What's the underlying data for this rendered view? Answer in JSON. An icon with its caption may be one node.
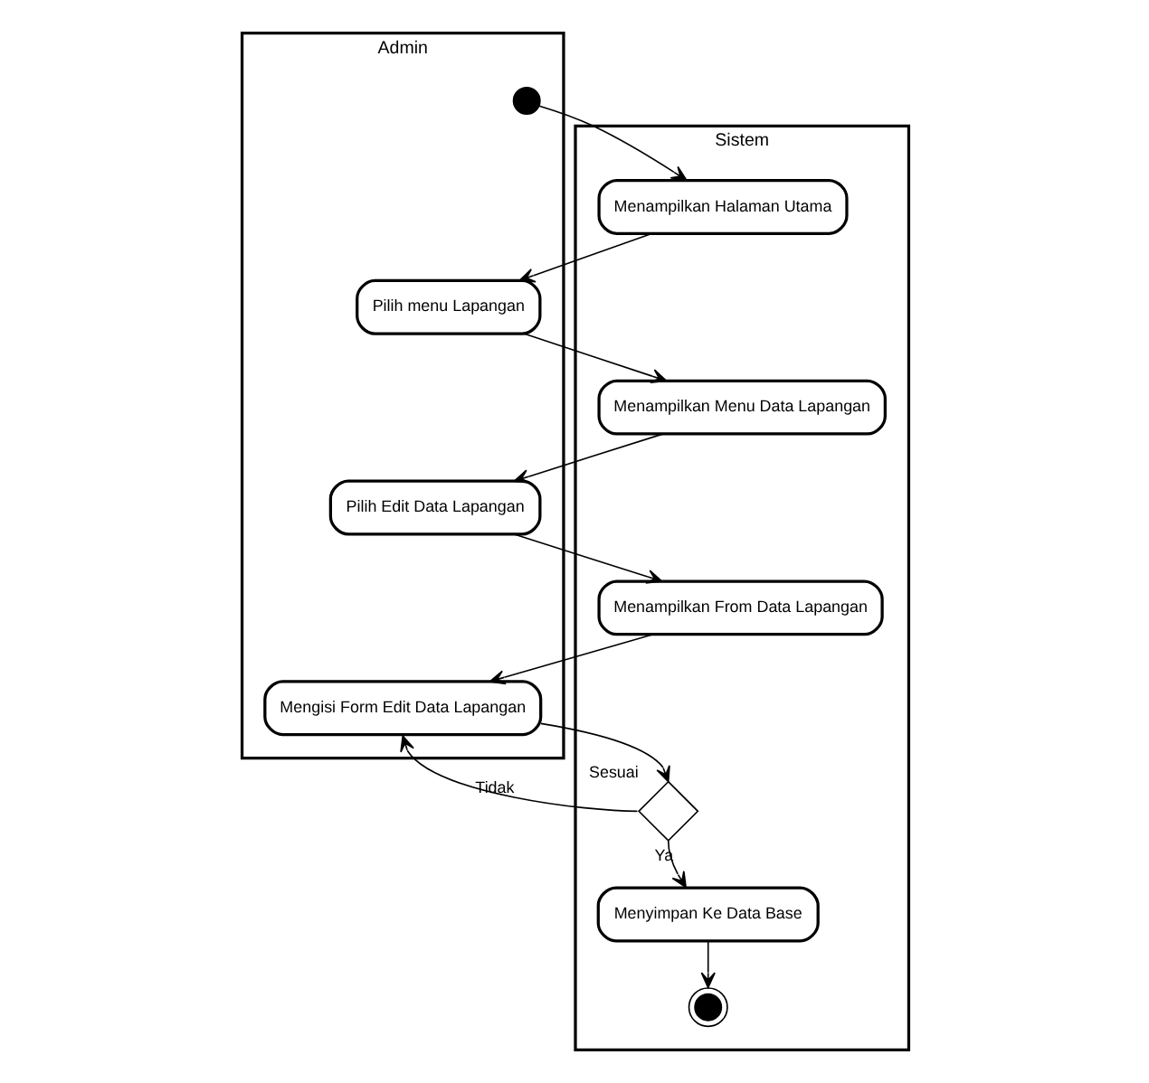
{
  "diagram": {
    "nodes": [
      {
        "text": [
          "Admin"
        ]
      },
      {
        "text": [
          "Sistem"
        ]
      },
      {
        "text": [],
        "shape": "circle",
        "in": 0
      },
      {
        "text": [
          "Menampilkan Halaman Utama"
        ],
        "in": 1
      },
      {
        "text": [
          "Pilih menu Lapangan"
        ],
        "in": 0
      },
      {
        "text": [
          "Menampilkan Menu Data Lapangan"
        ],
        "in": 1
      },
      {
        "text": [
          "Pilih Edit Data Lapangan"
        ],
        "in": 0
      },
      {
        "text": [
          "Menampilkan From Data Lapangan"
        ],
        "in": 1
      },
      {
        "text": [
          "Mengisi Form Edit Data Lapangan"
        ],
        "in": 0
      },
      {
        "text": [],
        "shape": "diamond",
        "in": 1,
        "beside": [
          "Sesuai"
        ]
      },
      {
        "text": [
          "Menyimpan Ke Data Base"
        ],
        "in": 1
      },
      {
        "text": [],
        "shape": "circle",
        "in": 1
      }
    ],
    "edges": [
      {
        "from": 2,
        "to": 3,
        "arrow": "to"
      },
      {
        "from": 3,
        "to": 4,
        "arrow": "to"
      },
      {
        "from": 4,
        "to": 5,
        "arrow": "to"
      },
      {
        "from": 5,
        "to": 6,
        "arrow": "to"
      },
      {
        "from": 6,
        "to": 7,
        "arrow": "to"
      },
      {
        "from": 7,
        "to": 8,
        "arrow": "to"
      },
      {
        "from": 8,
        "to": 9,
        "arrow": "to"
      },
      {
        "from": 9,
        "to": 8,
        "arrow": "to",
        "label": "Tidak"
      },
      {
        "from": 9,
        "to": 10,
        "arrow": "to",
        "label": "Ya"
      },
      {
        "from": 10,
        "to": 11,
        "arrow": "to"
      }
    ]
  }
}
